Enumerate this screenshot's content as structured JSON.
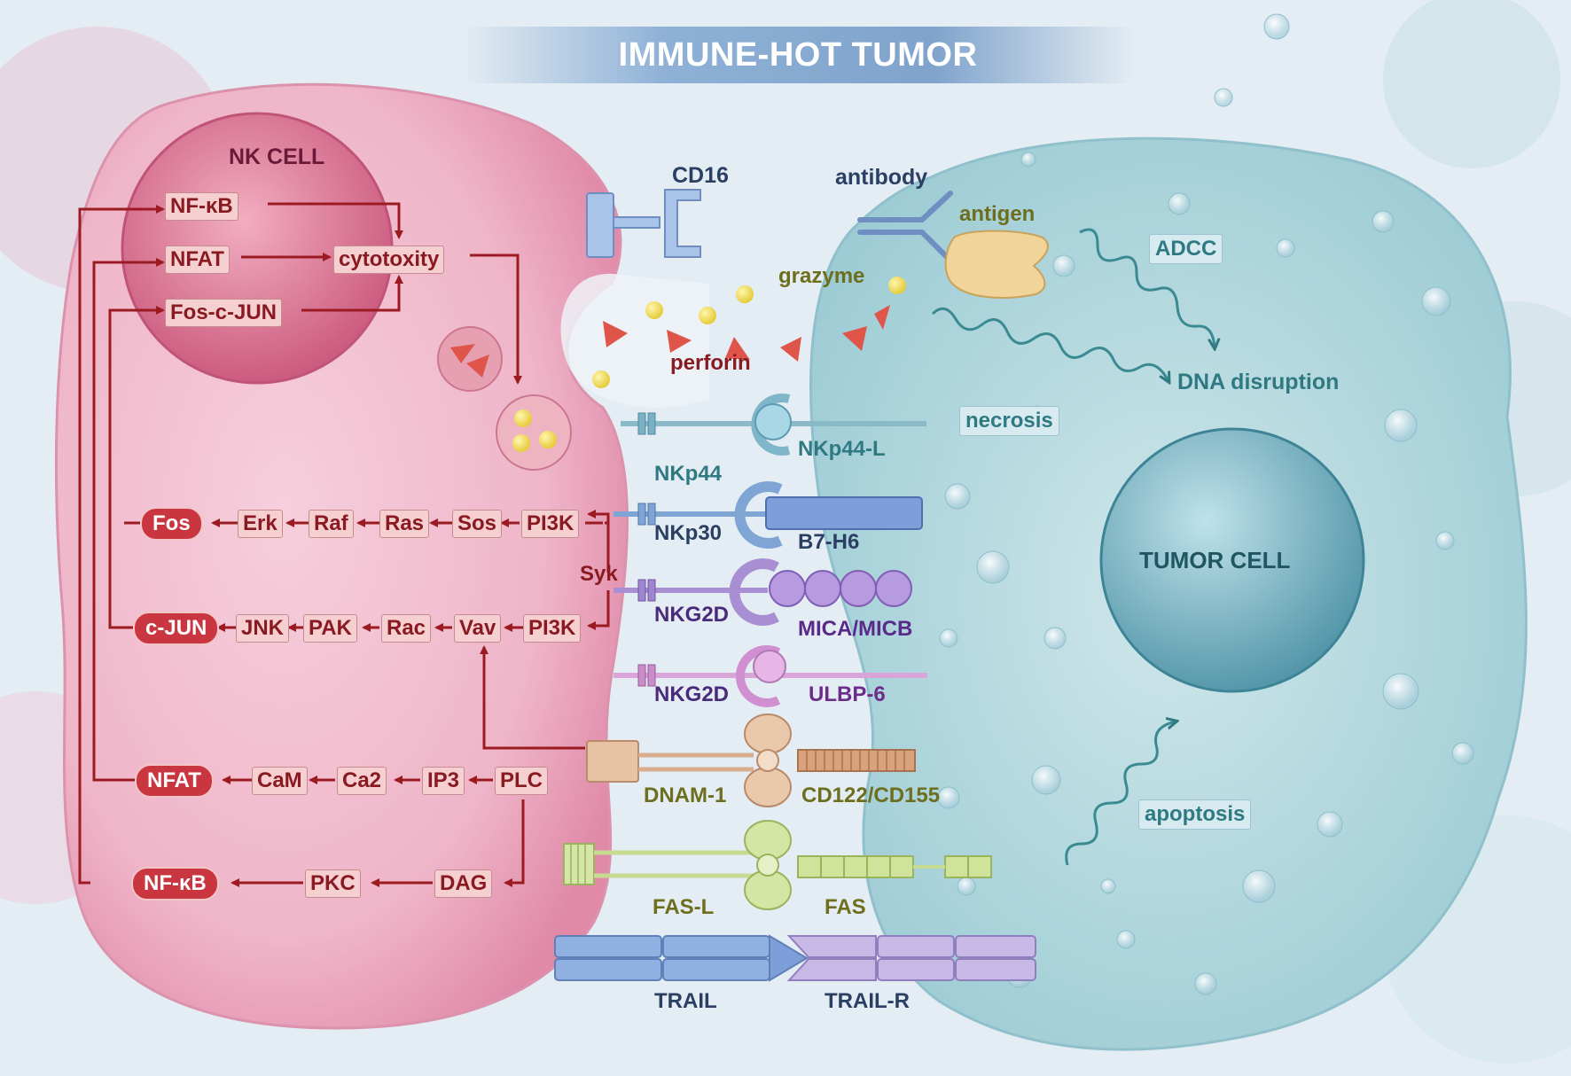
{
  "title": "IMMUNE-HOT TUMOR",
  "cells": {
    "nk": "NK CELL",
    "tumor": "TUMOR CELL"
  },
  "nodes": {
    "nfkb_top": "NF-κB",
    "nfat_top": "NFAT",
    "fos_cjun": "Fos-c-JUN",
    "cytotoxity": "cytotoxity",
    "erk": "Erk",
    "raf": "Raf",
    "ras": "Ras",
    "sos": "Sos",
    "pi3k_1": "PI3K",
    "jnk": "JNK",
    "pak": "PAK",
    "rac": "Rac",
    "vav": "Vav",
    "pi3k_2": "PI3K",
    "cam": "CaM",
    "ca2": "Ca2",
    "ip3": "IP3",
    "plc": "PLC",
    "pkc": "PKC",
    "dag": "DAG"
  },
  "outputs": {
    "fos": "Fos",
    "cjun": "c-JUN",
    "nfat": "NFAT",
    "nfkb": "NF-κB"
  },
  "labels": {
    "syk": "Syk",
    "cd16": "CD16",
    "antibody": "antibody",
    "antigen": "antigen",
    "grazyme": "grazyme",
    "perforin": "perforin",
    "nkp44": "NKp44",
    "nkp44l": "NKp44-L",
    "nkp30": "NKp30",
    "b7h6": "B7-H6",
    "nkg2d_1": "NKG2D",
    "mica": "MICA/MICB",
    "nkg2d_2": "NKG2D",
    "ulbp6": "ULBP-6",
    "dnam1": "DNAM-1",
    "cd122": "CD122/CD155",
    "fasl": "FAS-L",
    "fas": "FAS",
    "trail": "TRAIL",
    "trailr": "TRAIL-R",
    "dna": "DNA disruption"
  },
  "tags": {
    "adcc": "ADCC",
    "necrosis": "necrosis",
    "apoptosis": "apoptosis"
  },
  "colors": {
    "nk_cell": "#f2bfd0",
    "nk_nucleus": "#d9708f",
    "tumor_cell": "#c6e2e6",
    "tumor_nucleus": "#5fa3b3",
    "arrow": "#9c1b22",
    "teal": "#2f7a82",
    "navy": "#2a3f63",
    "olive": "#6d6e1e",
    "purple": "#6a2d8a"
  },
  "icons": [
    "wavy-arrow-icon",
    "receptor-icon",
    "granule-icon"
  ]
}
